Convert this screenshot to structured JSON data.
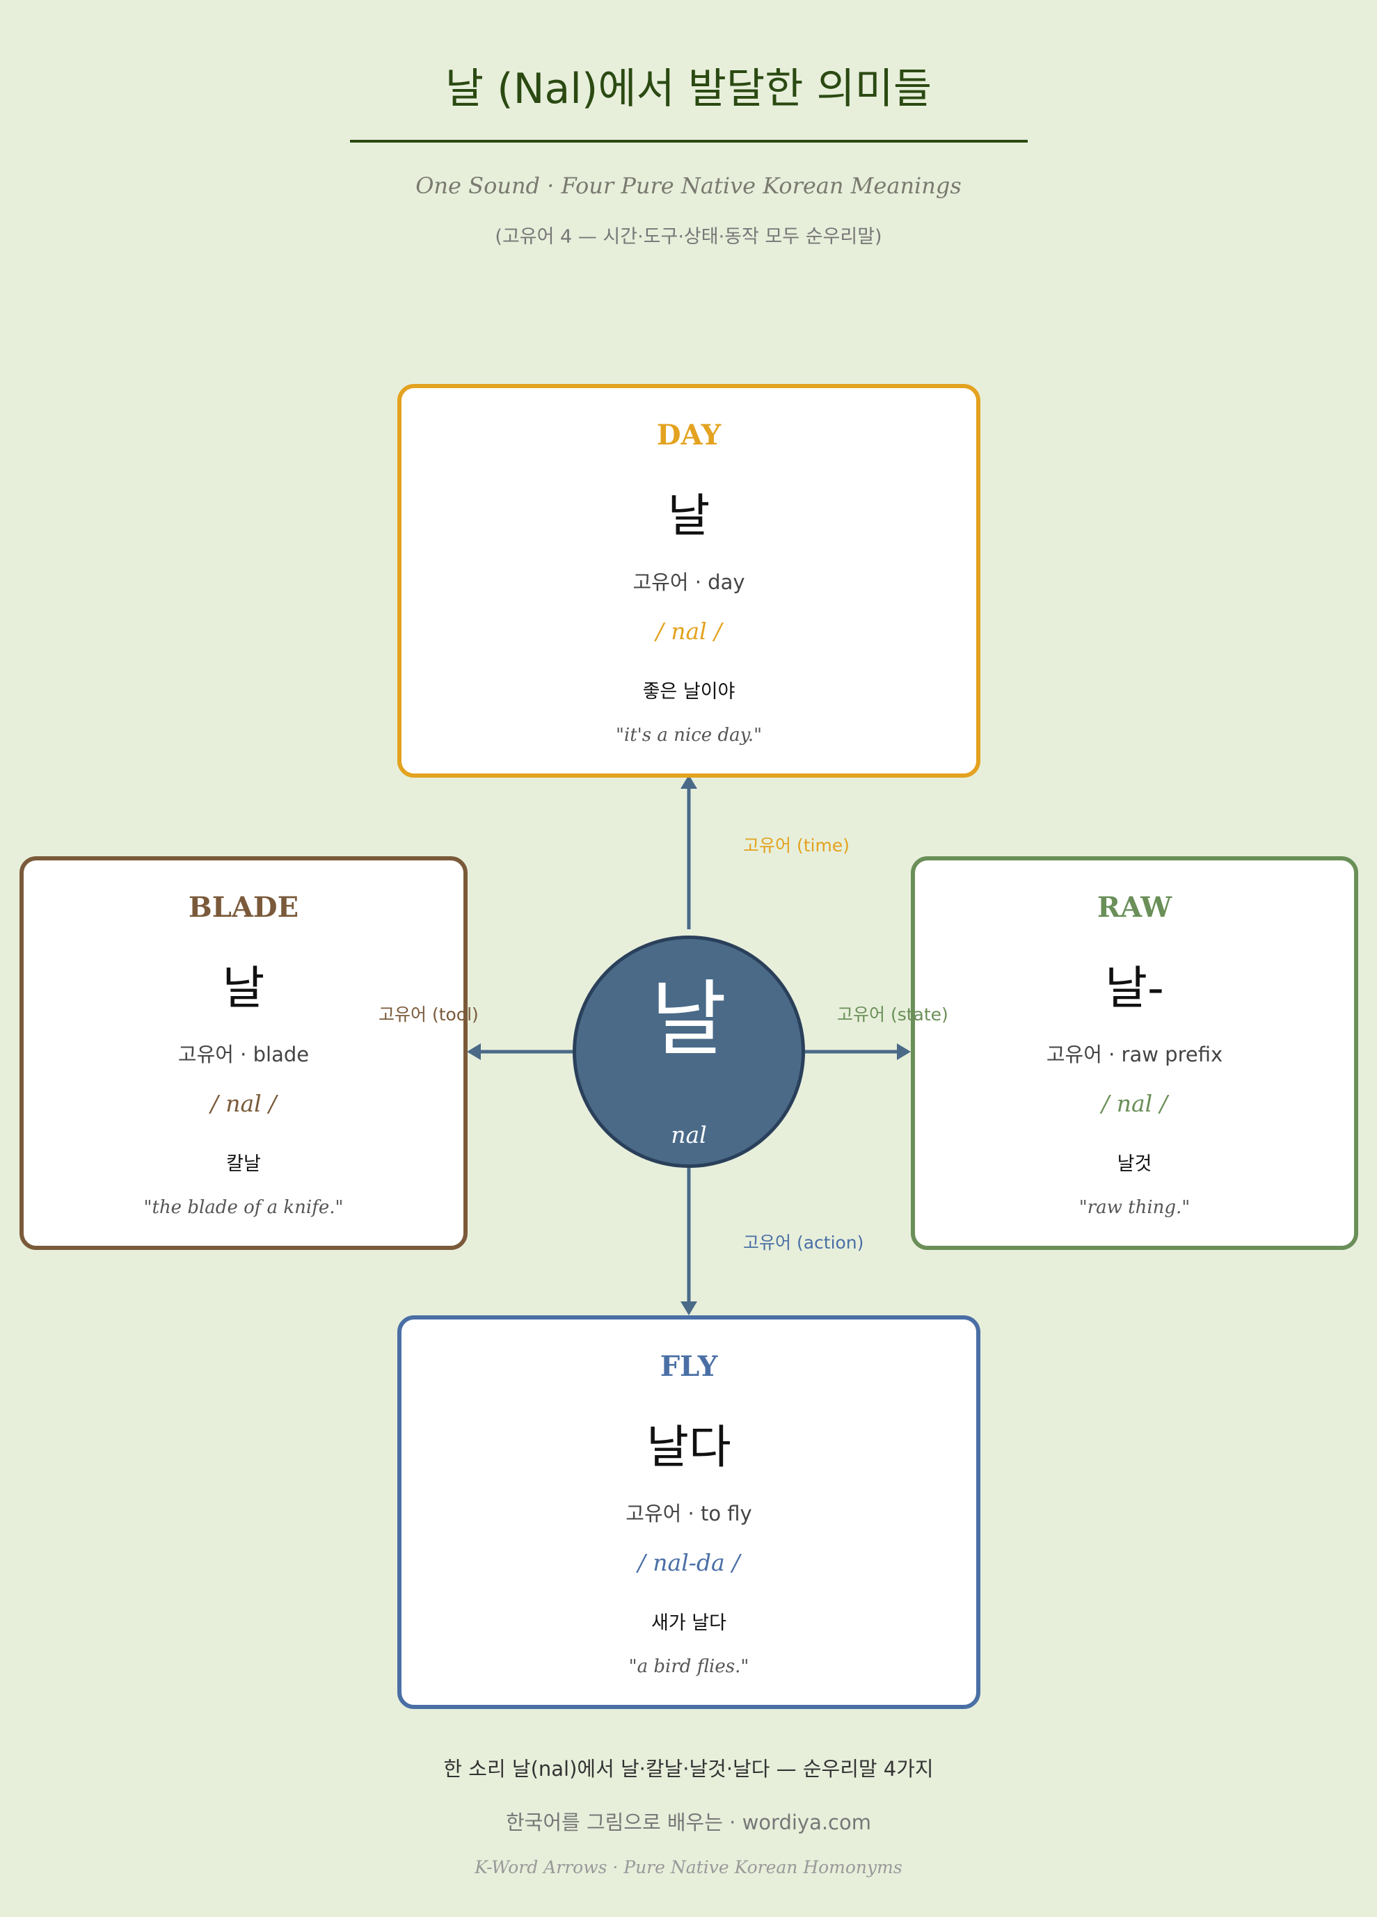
{
  "header": {
    "title": "날 (Nal)에서 발달한 의미들",
    "subtitle": "One Sound · Four Pure Native Korean Meanings",
    "subtitle2": "(고유어 4 — 시간·도구·상태·동작 모두 순우리말)"
  },
  "hub": {
    "word": "날",
    "romanization": "nal"
  },
  "colors": {
    "background": "#e7efdb",
    "title": "#2b4a12",
    "hub": "#4a6a88",
    "day": "#e3a21f",
    "blade": "#7a5a3a",
    "raw": "#6a8f58",
    "fly": "#4a6fa5"
  },
  "cards": {
    "day": {
      "name": "DAY",
      "word": "날",
      "gloss": "고유어 · day",
      "pron": "/ nal /",
      "example": "좋은 날이야",
      "translation": "\"it's a nice day.\""
    },
    "blade": {
      "name": "BLADE",
      "word": "날",
      "gloss": "고유어 · blade",
      "pron": "/ nal /",
      "example": "칼날",
      "translation": "\"the blade of a knife.\""
    },
    "raw": {
      "name": "RAW",
      "word": "날-",
      "gloss": "고유어 · raw prefix",
      "pron": "/ nal /",
      "example": "날것",
      "translation": "\"raw thing.\""
    },
    "fly": {
      "name": "FLY",
      "word": "날다",
      "gloss": "고유어 · to fly",
      "pron": "/ nal-da /",
      "example": "새가 날다",
      "translation": "\"a bird flies.\""
    }
  },
  "edges": {
    "time": "고유어 (time)",
    "tool": "고유어 (tool)",
    "state": "고유어 (state)",
    "action": "고유어 (action)"
  },
  "footer": {
    "main": "한 소리 날(nal)에서 날·칼날·날것·날다 — 순우리말 4가지",
    "site": "한국어를 그림으로 배우는 · wordiya.com",
    "brand": "K-Word Arrows · Pure Native Korean Homonyms"
  }
}
